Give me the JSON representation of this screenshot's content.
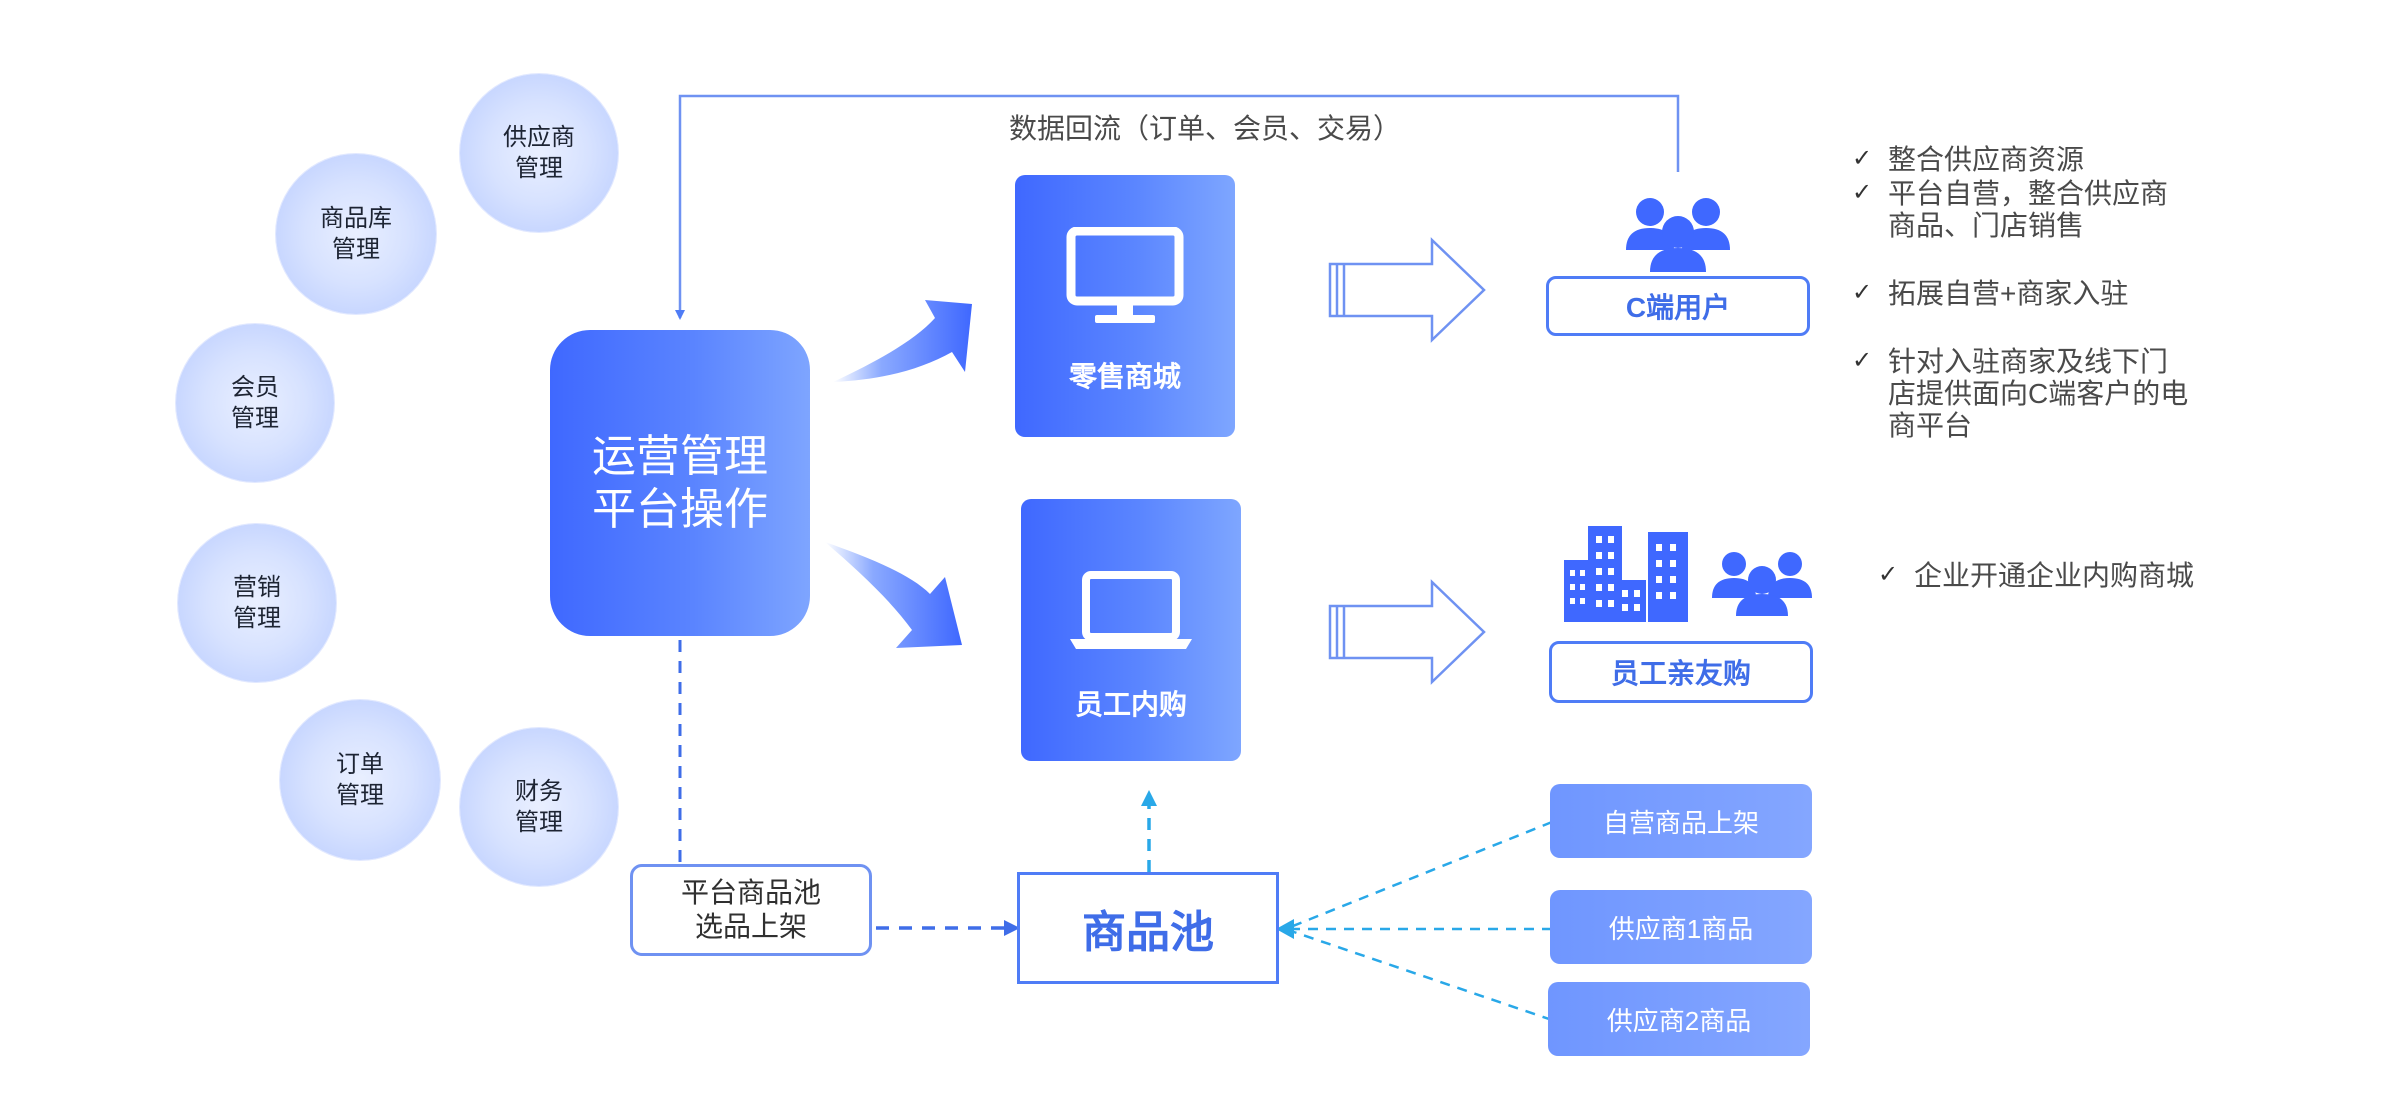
{
  "modules": [
    {
      "label": "供应商\n管理"
    },
    {
      "label": "商品库\n管理"
    },
    {
      "label": "会员\n管理"
    },
    {
      "label": "营销\n管理"
    },
    {
      "label": "订单\n管理"
    },
    {
      "label": "财务\n管理"
    }
  ],
  "center": {
    "label": "运营管理\n平台操作"
  },
  "flow_label": "数据回流（订单、会员、交易）",
  "products": {
    "retail": {
      "label": "零售商城"
    },
    "employee": {
      "label": "员工内购"
    }
  },
  "targets": {
    "c_user": {
      "label": "C端用户"
    },
    "employee_friends": {
      "label": "员工亲友购"
    }
  },
  "pool": {
    "label": "商品池",
    "select_label": "平台商品池\n选品上架",
    "sources": [
      {
        "label": "自营商品上架"
      },
      {
        "label": "供应商1商品"
      },
      {
        "label": "供应商2商品"
      }
    ]
  },
  "bullets_top": [
    "整合供应商资源",
    "平台自营，整合供应商\n商品、门店销售",
    "拓展自营+商家入驻",
    "针对入驻商家及线下门\n店提供面向C端客户的电\n商平台"
  ],
  "bullets_mid": [
    "企业开通企业内购商城"
  ],
  "check_glyph": "✓",
  "colors": {
    "primary": "#3f68ff",
    "primary_light": "#7ea5ff",
    "outline": "#4f7cf6",
    "dashed_cyan": "#29a8e8",
    "dashed_blue": "#3f6de8",
    "circle_fill": "#d7e2ff"
  }
}
